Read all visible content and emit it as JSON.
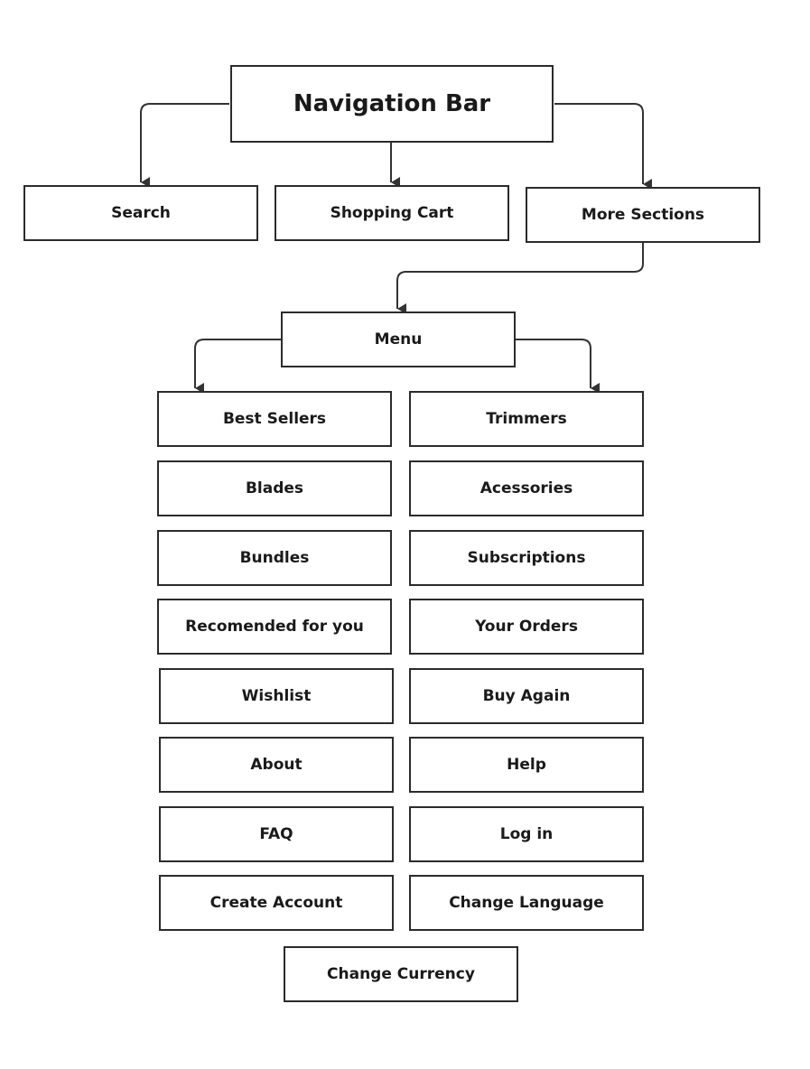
{
  "diagram": {
    "root": "Navigation Bar",
    "nav_children": [
      "Search",
      "Shopping Cart",
      "More Sections"
    ],
    "menu": "Menu",
    "menu_items": [
      [
        "Best Sellers",
        "Trimmers"
      ],
      [
        "Blades",
        "Acessories"
      ],
      [
        "Bundles",
        "Subscriptions"
      ],
      [
        "Recomended for you",
        "Your Orders"
      ],
      [
        "Wishlist",
        "Buy Again"
      ],
      [
        "About",
        "Help"
      ],
      [
        "FAQ",
        "Log in"
      ],
      [
        "Create Account",
        "Change Language"
      ]
    ],
    "last_item": "Change Currency"
  },
  "colors": {
    "stroke": "#333333",
    "box_border": "#2b2b2b",
    "text": "#1a1a1a"
  }
}
